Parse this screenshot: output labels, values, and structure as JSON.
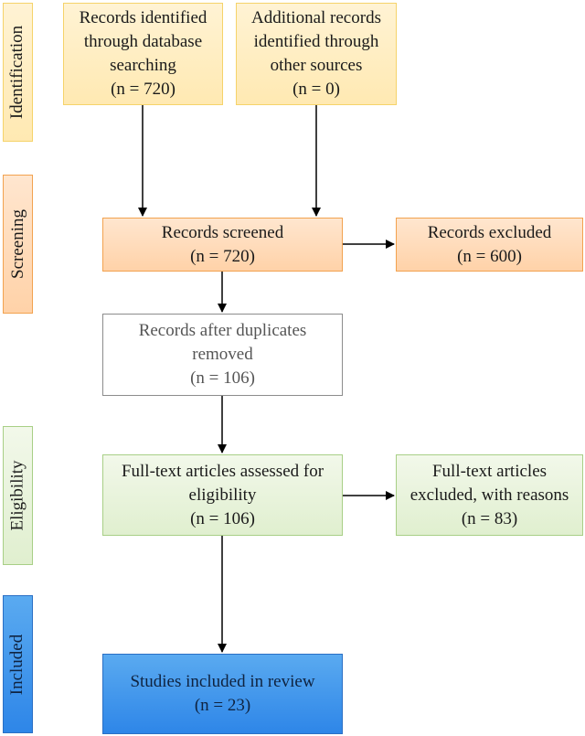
{
  "stages": {
    "identification": "Identification",
    "screening": "Screening",
    "eligibility": "Eligibility",
    "included": "Included"
  },
  "boxes": {
    "records_identified": [
      "Records identified",
      "through database",
      "searching",
      "(n = 720)"
    ],
    "additional_records": [
      "Additional records",
      "identified through",
      "other sources",
      "(n = 0)"
    ],
    "records_screened": [
      "Records screened",
      "(n = 720)"
    ],
    "records_excluded": [
      "Records excluded",
      "(n = 600)"
    ],
    "after_duplicates": [
      "Records after duplicates",
      "removed",
      "(n = 106)"
    ],
    "fulltext_assessed": [
      "Full-text articles assessed for",
      "eligibility",
      "(n = 106)"
    ],
    "fulltext_excluded": [
      "Full-text articles",
      "excluded, with reasons",
      "(n = 83)"
    ],
    "studies_included": [
      "Studies included in review",
      "(n = 23)"
    ]
  },
  "colors": {
    "identification": "#ffe9b2",
    "screening": "#ffd2a8",
    "duplicates": "#ffffff",
    "eligibility": "#e0efcf",
    "included": "#2e86e8"
  }
}
